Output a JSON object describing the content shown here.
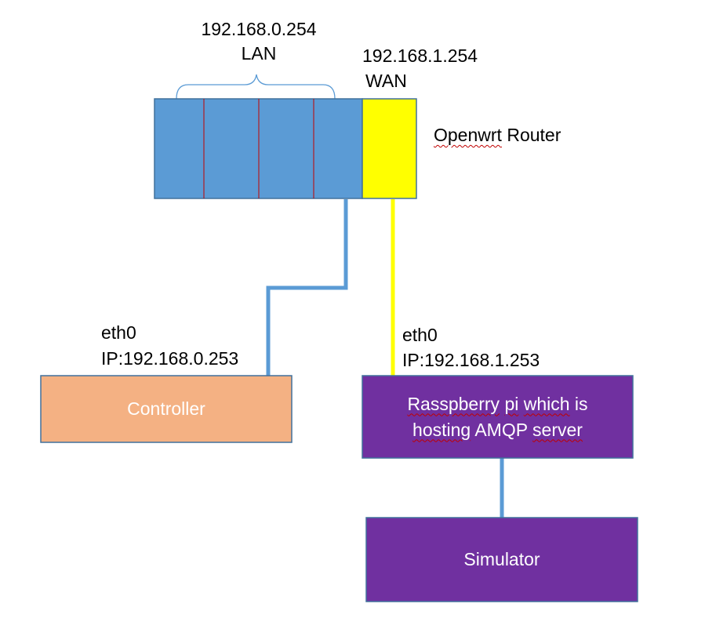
{
  "router": {
    "lan_ip": "192.168.0.254",
    "lan_label": "LAN",
    "wan_ip": "192.168.1.254",
    "wan_label": "WAN",
    "name_word1": "Openwrt",
    "name_word2": " Router"
  },
  "controller": {
    "iface": "eth0",
    "ip": "IP:192.168.0.253",
    "label": "Controller"
  },
  "raspberry": {
    "iface": "eth0",
    "ip": "IP:192.168.1.253",
    "w1": "Rasspberry",
    "w2": "pi",
    "w3": "which",
    "w4": " is",
    "w5": "hosting",
    "w6": "AMQP",
    "w7": "server"
  },
  "simulator": {
    "label": "Simulator"
  },
  "colors": {
    "lan_fill": "#5b9bd5",
    "wan_fill": "#ffff00",
    "controller_fill": "#f4b183",
    "purple_fill": "#7030a0",
    "box_stroke": "#41719c",
    "port_divider": "#c00000",
    "lan_cable": "#5b9bd5",
    "wan_cable": "#ffff00"
  }
}
